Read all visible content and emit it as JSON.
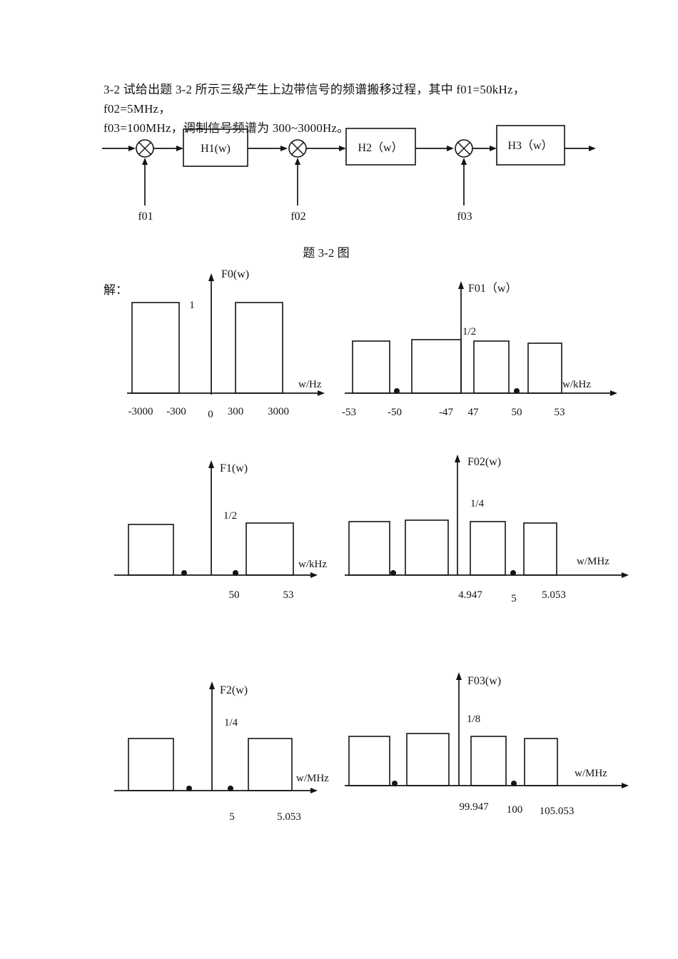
{
  "document": {
    "problem": {
      "line1": "3-2 试给出题 3-2 所示三级产生上边带信号的频谱搬移过程，其中 f01=50kHz，f02=5MHz，",
      "line2": "f03=100MHz，调制信号频谱为 300~3000Hz。"
    },
    "figure_caption": "题 3-2 图",
    "solution_label": "解："
  },
  "block_diagram": {
    "filters": [
      {
        "label": "H1(w)"
      },
      {
        "label": "H2（w）"
      },
      {
        "label": "H3（w）"
      }
    ],
    "carriers": [
      {
        "label": "f01"
      },
      {
        "label": "f02"
      },
      {
        "label": "f03"
      }
    ]
  },
  "spectra": [
    {
      "name": "F0",
      "title": "F0(w)",
      "amplitude": "1",
      "axis_unit": "w/Hz",
      "ticks": [
        "-3000",
        "-300",
        "0",
        "300",
        "3000"
      ]
    },
    {
      "name": "F01",
      "title": "F01（w）",
      "amplitude": "1/2",
      "axis_unit": "w/kHz",
      "ticks": [
        "-53",
        "-50",
        "-47",
        "47",
        "50",
        "53"
      ]
    },
    {
      "name": "F1",
      "title": "F1(w)",
      "amplitude": "1/2",
      "axis_unit": "w/kHz",
      "ticks": [
        "50",
        "53"
      ]
    },
    {
      "name": "F02",
      "title": "F02(w)",
      "amplitude": "1/4",
      "axis_unit": "w/MHz",
      "ticks": [
        "4.947",
        "5",
        "5.053"
      ]
    },
    {
      "name": "F2",
      "title": "F2(w)",
      "amplitude": "1/4",
      "axis_unit": "w/MHz",
      "ticks": [
        "5",
        "5.053"
      ]
    },
    {
      "name": "F03",
      "title": "F03(w)",
      "amplitude": "1/8",
      "axis_unit": "w/MHz",
      "ticks": [
        "99.947",
        "100",
        "105.053"
      ]
    }
  ]
}
